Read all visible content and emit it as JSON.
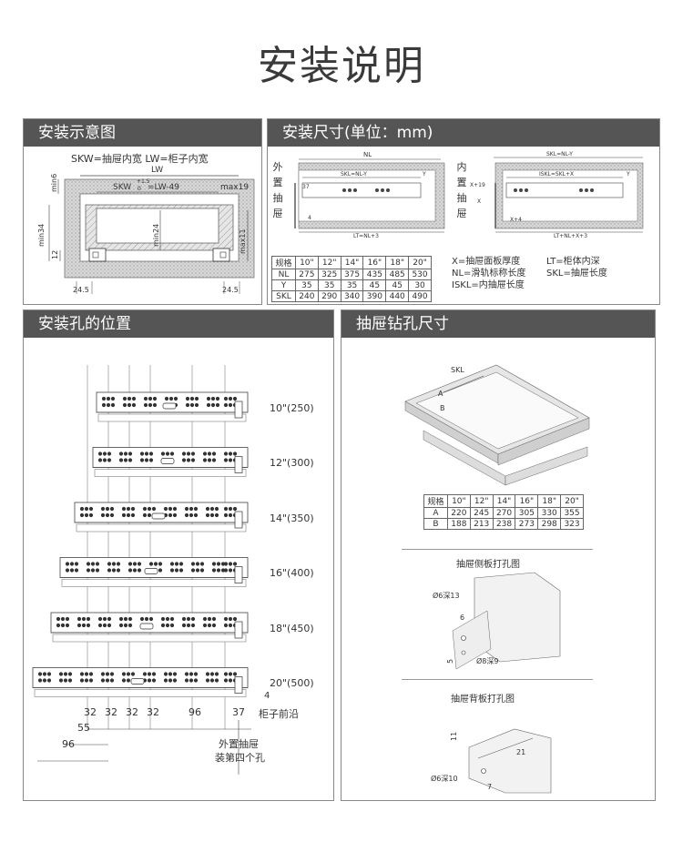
{
  "page_title": "安装说明",
  "panels": {
    "install_diagram": {
      "title": "安装示意图"
    },
    "install_size": {
      "title": "安装尺寸(单位：mm)"
    },
    "hole_position": {
      "title": "安装孔的位置"
    },
    "drawer_drilling": {
      "title": "抽屉钻孔尺寸"
    }
  },
  "install_diagram": {
    "caption": "SKW=抽屉内宽   LW=柜子内宽",
    "lw": "LW",
    "skw_formula": "SKW",
    "tol_plus": "+1.5",
    "tol_zero": "0",
    "skw_eq": "=LW-49",
    "max19": "max19",
    "min6": "min6",
    "min34": "min34",
    "d12": "12",
    "min24": "min24",
    "max11": "max11",
    "d24_5_left": "24.5",
    "d24_5_right": "24.5"
  },
  "install_size": {
    "outer_label": [
      "外",
      "置",
      "抽",
      "屉"
    ],
    "inner_label": [
      "内",
      "置",
      "抽",
      "屉"
    ],
    "nl": "NL",
    "skl_nl_y": "SKL=NL-Y",
    "y": "Y",
    "d37": "37",
    "d4": "4",
    "lt_nl3": "LT=NL+3",
    "skl_nl_y_2": "SKL=NL-Y",
    "iskl": "ISKL=SKL+X",
    "x19": "X+19",
    "x": "X",
    "x4": "X+4",
    "lt_nlx3": "LT+NL+X+3",
    "y2": "Y",
    "table": {
      "rows": [
        [
          "规格",
          "10\"",
          "12\"",
          "14\"",
          "16\"",
          "18\"",
          "20\""
        ],
        [
          "NL",
          "275",
          "325",
          "375",
          "435",
          "485",
          "530"
        ],
        [
          "Y",
          "35",
          "35",
          "35",
          "45",
          "45",
          "30"
        ],
        [
          "SKL",
          "240",
          "290",
          "340",
          "390",
          "440",
          "490"
        ]
      ]
    },
    "legend": [
      "X=抽屉面板厚度",
      "NL=滑轨标称长度",
      "ISKL=内抽屉长度",
      "LT=柜体内深",
      "SKL=抽屉长度"
    ]
  },
  "hole_position": {
    "sizes": [
      "10\"(250)",
      "12\"(300)",
      "14\"(350)",
      "16\"(400)",
      "18\"(450)",
      "20\"(500)"
    ],
    "dims": [
      "32",
      "32",
      "32",
      "32",
      "96",
      "37"
    ],
    "d4": "4",
    "d55": "55",
    "d96": "96",
    "front_edge": "柜子前沿",
    "note": [
      "外置抽屉",
      "装第四个孔"
    ]
  },
  "drawer_drilling": {
    "skl": "SKL",
    "a": "A",
    "b": "B",
    "table": {
      "rows": [
        [
          "规格",
          "10\"",
          "12\"",
          "14\"",
          "16\"",
          "18\"",
          "20\""
        ],
        [
          "A",
          "220",
          "245",
          "270",
          "305",
          "330",
          "355"
        ],
        [
          "B",
          "188",
          "213",
          "238",
          "273",
          "298",
          "323"
        ]
      ]
    },
    "side_title": "抽屉侧板打孔图",
    "side_d6": "Ø6深13",
    "side_6": "6",
    "side_5": "5",
    "side_d8": "Ø8深9",
    "back_title": "抽屉背板打孔图",
    "back_11": "11",
    "back_21": "21",
    "back_d6": "Ø6深10",
    "back_7": "7"
  }
}
